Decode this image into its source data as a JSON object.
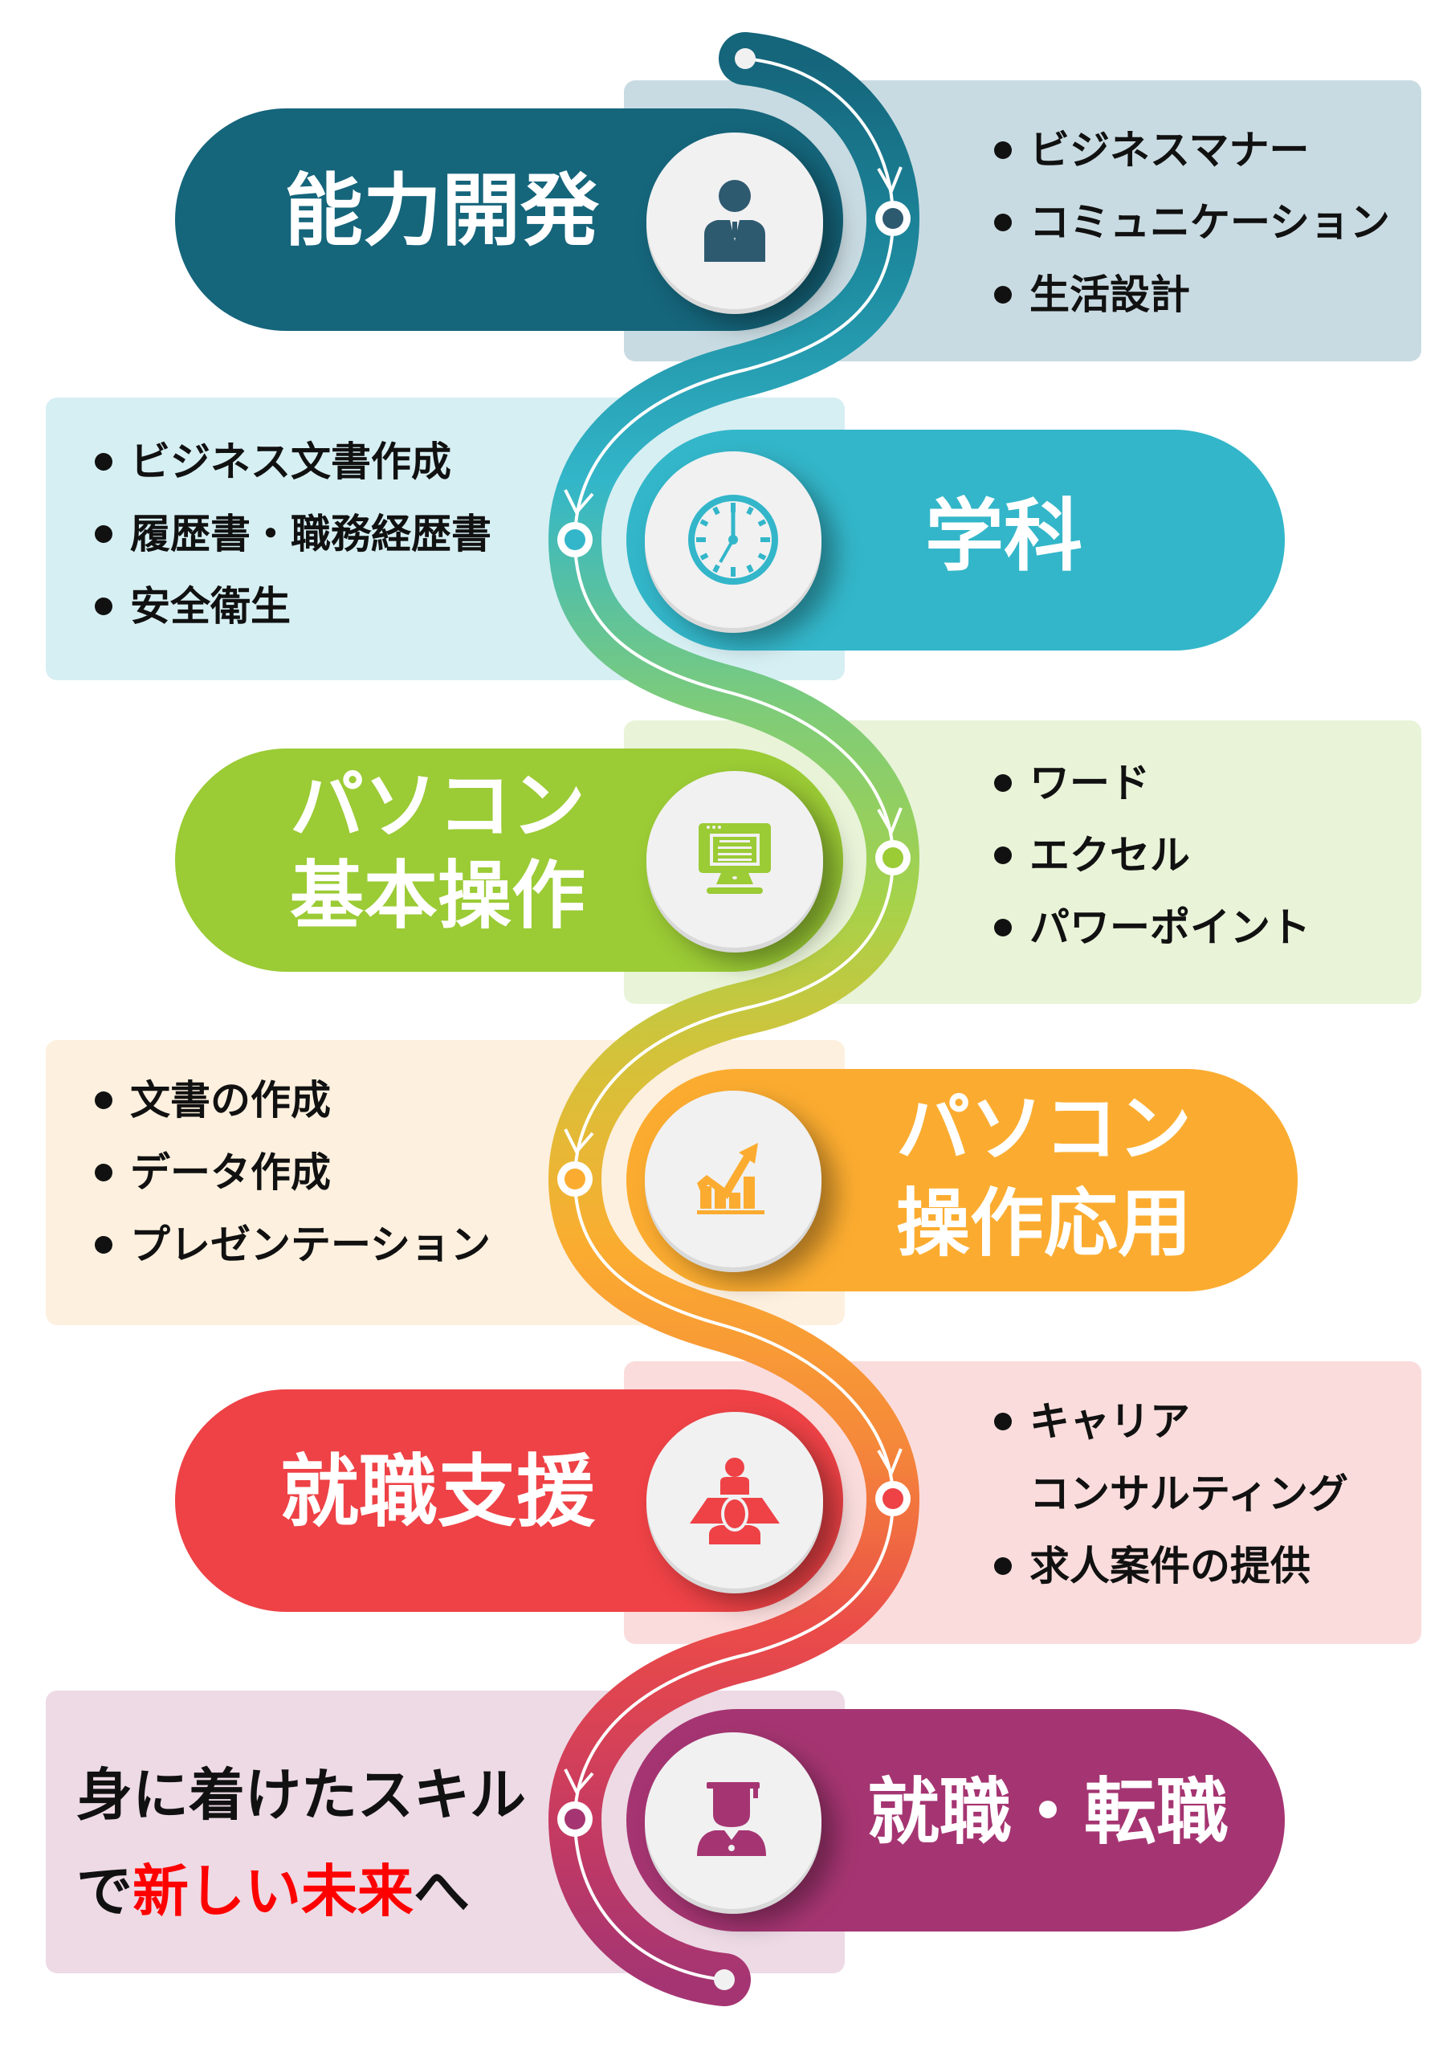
{
  "colors": {
    "row1": {
      "pill": "#15657b",
      "box": "#c9dbe2",
      "icon": "#2e5a70"
    },
    "row2": {
      "pill": "#33b6c9",
      "box": "#d6eff3",
      "icon": "#33b6c9"
    },
    "row3": {
      "pill": "#9bcb35",
      "box": "#e8f3d8",
      "icon": "#9bcb35"
    },
    "row4": {
      "pill": "#fbac30",
      "box": "#fdf0df",
      "icon": "#fbac30"
    },
    "row5": {
      "pill": "#ee4246",
      "box": "#fadcdc",
      "icon": "#ee4246"
    },
    "row6": {
      "pill": "#a53572",
      "box": "#eddae5",
      "icon": "#a53572"
    },
    "highlight_red": "#ff0000"
  },
  "steps": [
    {
      "title_lines": [
        "能力開発"
      ],
      "icon": "businessman-icon",
      "items": [
        "ビジネスマナー",
        "コミュニケーション",
        "生活設計"
      ]
    },
    {
      "title_lines": [
        "学科"
      ],
      "icon": "clock-icon",
      "items": [
        "ビジネス文書作成",
        "履歴書・職務経歴書",
        "安全衛生"
      ]
    },
    {
      "title_lines": [
        "パソコン",
        "基本操作"
      ],
      "icon": "computer-monitor-icon",
      "items": [
        "ワード",
        "エクセル",
        "パワーポイント"
      ]
    },
    {
      "title_lines": [
        "パソコン",
        "操作応用"
      ],
      "icon": "growth-chart-icon",
      "items": [
        "文書の作成",
        "データ作成",
        "プレゼンテーション"
      ]
    },
    {
      "title_lines": [
        "就職支援"
      ],
      "icon": "interview-icon",
      "items": [
        "キャリア",
        "コンサルティング",
        "求人案件の提供"
      ]
    },
    {
      "title_lines": [
        "就職・転職"
      ],
      "icon": "graduate-icon",
      "items": []
    }
  ],
  "closing": {
    "line1": "身に着けたスキル",
    "line2_prefix": "で",
    "line2_highlight": "新しい未来",
    "line2_suffix": "へ"
  }
}
